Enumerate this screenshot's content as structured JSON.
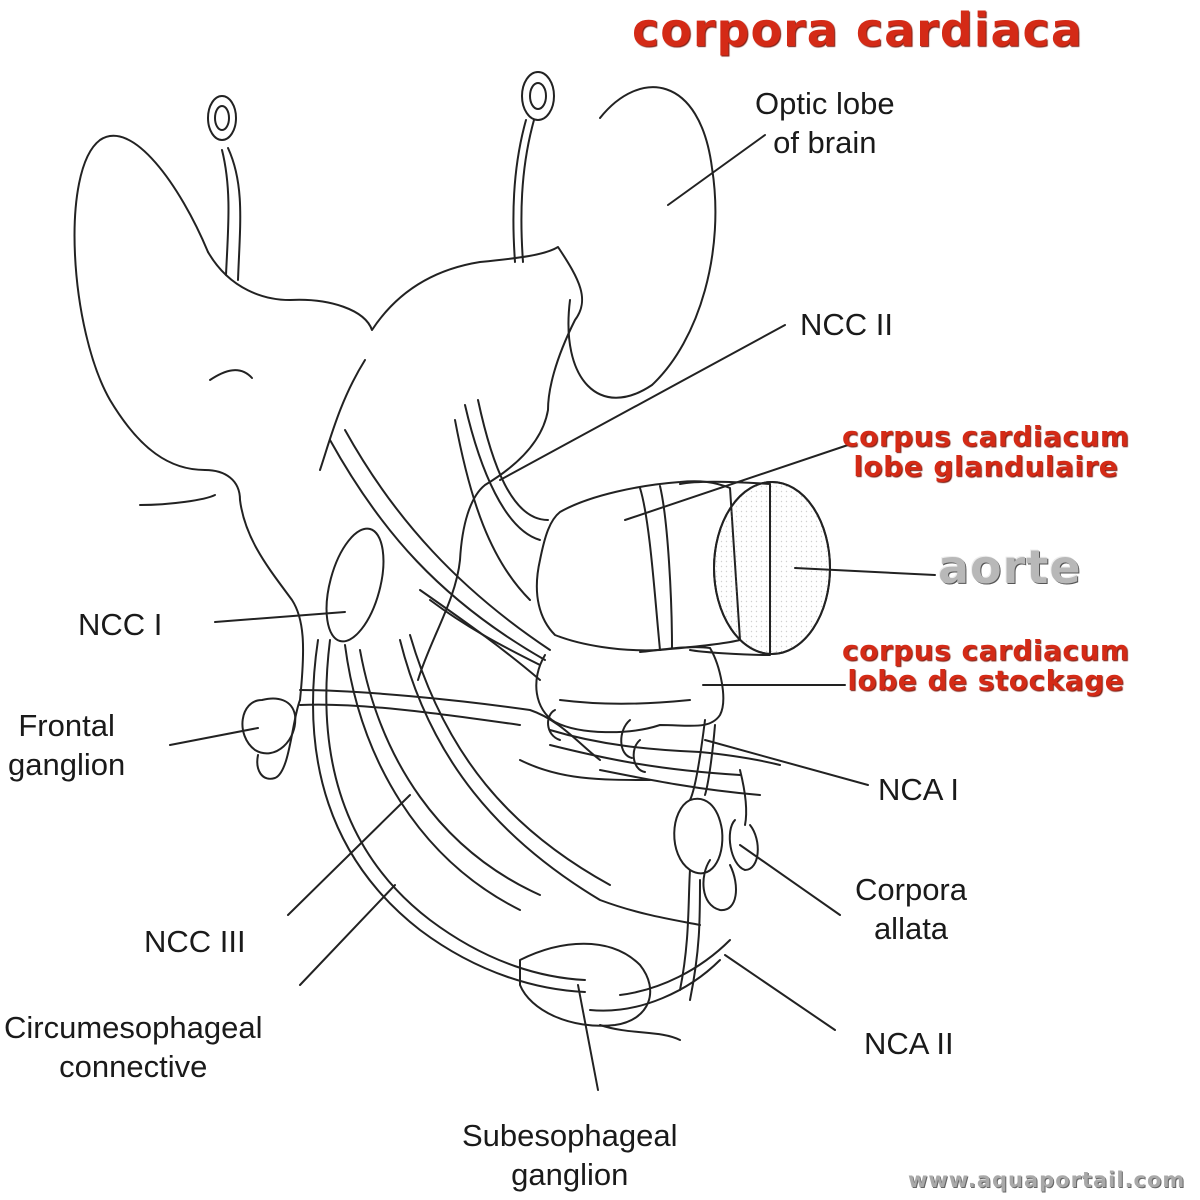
{
  "title": "corpora cardiaca",
  "labels": {
    "optic_lobe": [
      "Optic lobe",
      "of brain"
    ],
    "ncc_ii": "NCC II",
    "ncc_i": "NCC I",
    "frontal_ganglion": [
      "Frontal",
      "ganglion"
    ],
    "ncc_iii": "NCC III",
    "circumesophageal": [
      "Circumesophageal",
      "connective"
    ],
    "subesophageal": [
      "Subesophageal",
      "ganglion"
    ],
    "nca_i": "NCA I",
    "corpora_allata": [
      "Corpora",
      "allata"
    ],
    "nca_ii": "NCA II"
  },
  "annotations": {
    "glandular": [
      "corpus cardiacum",
      "lobe glandulaire"
    ],
    "aorte": "aorte",
    "storage": [
      "corpus cardiacum",
      "lobe de stockage"
    ]
  },
  "watermark": "www.aquaportail.com",
  "colors": {
    "annotation_red": "#d42a16",
    "ink": "#1a1a1a",
    "aorte_gray": "#b8b8b8"
  }
}
